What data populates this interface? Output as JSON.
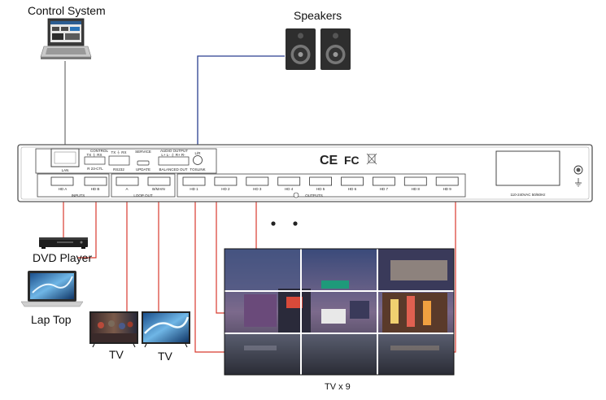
{
  "labels": {
    "control_system": "Control System",
    "speakers": "Speakers",
    "dvd_player": "DVD Player",
    "lap_top": "Lap Top",
    "tv_left": "TV",
    "tv_right": "TV",
    "tv_wall": "TV x 9"
  },
  "device": {
    "lan": "LAN",
    "control": "CONTROL",
    "control_pins_1": "TX  ⏚  RX",
    "control_pins_2": "R   23-CTL",
    "rs232_pins": "TX  ⏚  RX",
    "rs232": "RS232",
    "service": "SERVICE",
    "update": "UPDATE",
    "audio_output": "AUDIO OUTPUT",
    "audio_pins": "L+  L-  ⏚  R+  R-",
    "balanced_out": "BALANCED OUT",
    "lr": "L/R",
    "toslink": "TOSLINK",
    "inputs": "INPUTS",
    "hd_a": "HD A",
    "hd_b": "HD B",
    "loop_out": "LOOP OUT",
    "loop_a": "A",
    "loop_b": "B/MAIN",
    "outputs": "OUTPUTS",
    "outputs_list": [
      "HD 1",
      "HD 2",
      "HD 3",
      "HD 4",
      "HD 5",
      "HD 6",
      "HD 7",
      "HD 8",
      "HD 9"
    ],
    "ce": "CE",
    "fc": "FC",
    "power": "110-240VAC 50/60Hz"
  },
  "colors": {
    "red_cable": "#d83a2e",
    "blue_cable": "#2a3f8f",
    "gray_cable": "#8a8a8a",
    "device_border": "#555555"
  },
  "icons": [
    "laptop-icon",
    "speaker-icon",
    "dvd-player-icon",
    "tv-icon",
    "ground-icon",
    "power-switch-icon",
    "weee-bin-icon"
  ]
}
